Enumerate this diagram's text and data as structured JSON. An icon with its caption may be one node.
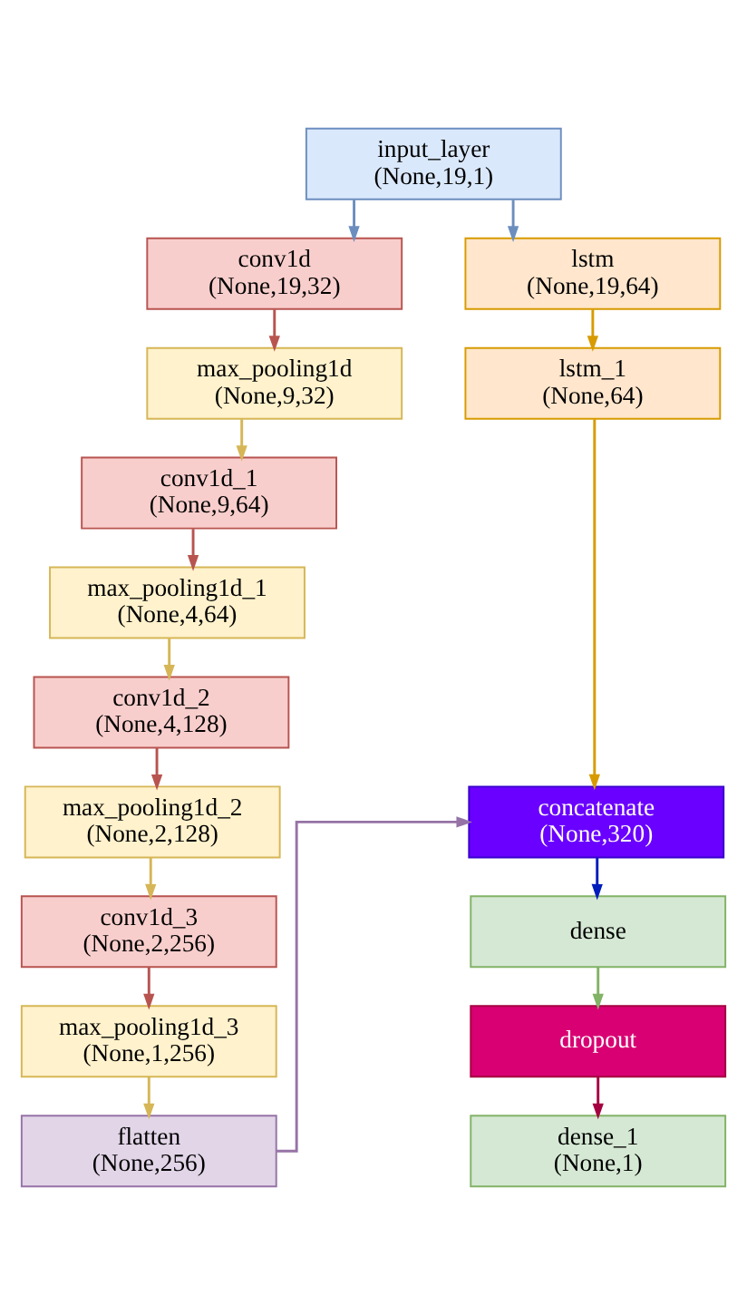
{
  "diagram": {
    "nodes": [
      {
        "text": [
          "input_layer",
          "(None,19,1)"
        ]
      },
      {
        "text": [
          "conv1d",
          "(None,19,32)"
        ]
      },
      {
        "text": [
          "max_pooling1d",
          "(None,9,32)"
        ]
      },
      {
        "text": [
          "conv1d_1",
          "(None,9,64)"
        ]
      },
      {
        "text": [
          "max_pooling1d_1",
          "(None,4,64)"
        ]
      },
      {
        "text": [
          "conv1d_2",
          "(None,4,128)"
        ]
      },
      {
        "text": [
          "max_pooling1d_2",
          "(None,2,128)"
        ]
      },
      {
        "text": [
          "conv1d_3",
          "(None,2,256)"
        ]
      },
      {
        "text": [
          "max_pooling1d_3",
          "(None,1,256)"
        ]
      },
      {
        "text": [
          "flatten",
          "(None,256)"
        ]
      },
      {
        "text": [
          "lstm",
          "(None,19,64)"
        ]
      },
      {
        "text": [
          "lstm_1",
          "(None,64)"
        ]
      },
      {
        "text": [
          "concatenate",
          "(None,320)"
        ]
      },
      {
        "text": [
          "dense"
        ]
      },
      {
        "text": [
          "dropout"
        ]
      },
      {
        "text": [
          "dense_1",
          "(None,1)"
        ]
      }
    ],
    "edges": [
      {
        "from": 0,
        "to": 1,
        "arrow": "to",
        "color": "#6c8ebf"
      },
      {
        "from": 0,
        "to": 10,
        "arrow": "to",
        "color": "#6c8ebf"
      },
      {
        "from": 1,
        "to": 2,
        "arrow": "to",
        "color": "#b85450"
      },
      {
        "from": 2,
        "to": 3,
        "arrow": "to",
        "color": "#d6b656"
      },
      {
        "from": 3,
        "to": 4,
        "arrow": "to",
        "color": "#b85450"
      },
      {
        "from": 4,
        "to": 5,
        "arrow": "to",
        "color": "#d6b656"
      },
      {
        "from": 5,
        "to": 6,
        "arrow": "to",
        "color": "#b85450"
      },
      {
        "from": 6,
        "to": 7,
        "arrow": "to",
        "color": "#d6b656"
      },
      {
        "from": 7,
        "to": 8,
        "arrow": "to",
        "color": "#b85450"
      },
      {
        "from": 8,
        "to": 9,
        "arrow": "to",
        "color": "#d6b656"
      },
      {
        "from": 10,
        "to": 11,
        "arrow": "to",
        "color": "#d79b00"
      },
      {
        "from": 11,
        "to": 12,
        "arrow": "to",
        "color": "#d79b00"
      },
      {
        "from": 9,
        "to": 12,
        "arrow": "to",
        "color": "#9673a6"
      },
      {
        "from": 12,
        "to": 13,
        "arrow": "to",
        "color": "#001dbc"
      },
      {
        "from": 13,
        "to": 14,
        "arrow": "to",
        "color": "#82b366"
      },
      {
        "from": 14,
        "to": 15,
        "arrow": "to",
        "color": "#a50040"
      }
    ]
  }
}
